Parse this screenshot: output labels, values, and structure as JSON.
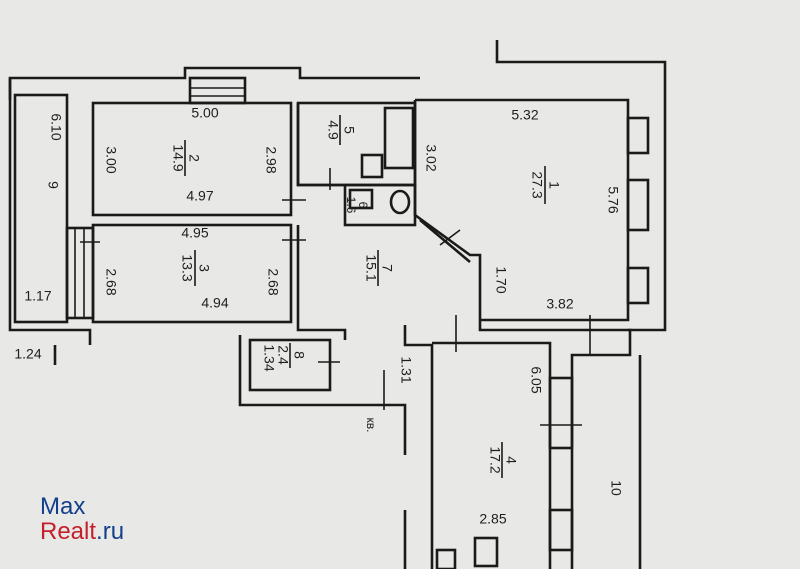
{
  "plan": {
    "balcony": {
      "number": "9",
      "length": "6.10",
      "width": "1.17",
      "outer": "1.24"
    },
    "room2": {
      "number": "2",
      "area": "14.9",
      "top": "5.00",
      "left": "3.00",
      "right": "2.98",
      "bottom": "4.97"
    },
    "room3": {
      "number": "3",
      "area": "13.3",
      "top": "4.95",
      "left": "2.68",
      "right": "2.68",
      "bottom": "4.94"
    },
    "room5": {
      "number": "5",
      "area": "4.9"
    },
    "room6": {
      "number": "6",
      "area": "1.6"
    },
    "room1": {
      "number": "1",
      "area": "27.3",
      "top": "5.32",
      "left": "3.02",
      "right": "5.76",
      "diag": "1.70",
      "bottom": "3.82"
    },
    "room7": {
      "number": "7",
      "area": "15.1"
    },
    "room8": {
      "number": "8",
      "area": "2.4",
      "side": "1.34"
    },
    "passage": {
      "width": "1.31",
      "label": "кв."
    },
    "room4": {
      "number": "4",
      "area": "17.2",
      "side": "6.05",
      "bottom": "2.85"
    },
    "room10": {
      "number": "10"
    }
  },
  "watermark": {
    "line1_a": "Max",
    "line2_a": "Realt",
    "line2_b": ".ru"
  }
}
